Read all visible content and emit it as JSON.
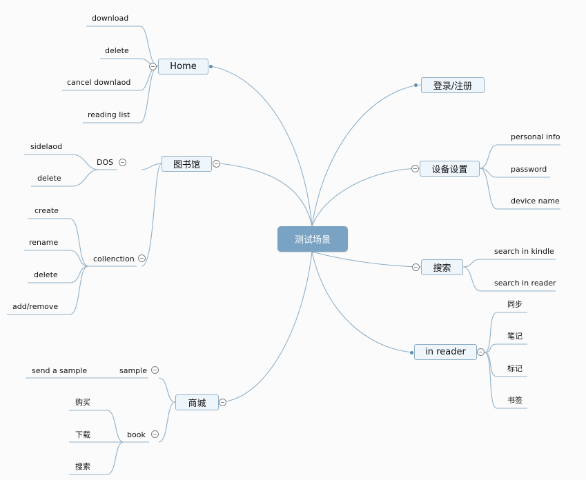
{
  "center": {
    "label": "测试场景"
  },
  "home": {
    "label": "Home",
    "children": [
      "download",
      "delete",
      "cancel downlaod",
      "reading list"
    ]
  },
  "library": {
    "label": "图书馆",
    "dos": {
      "label": "DOS",
      "children": [
        "sidelaod",
        "delete"
      ]
    },
    "collection": {
      "label": "collenction",
      "children": [
        "create",
        "rename",
        "delete",
        "add/remove"
      ]
    }
  },
  "store": {
    "label": "商城",
    "sample": {
      "label": "sample",
      "children": [
        "send a sample"
      ]
    },
    "book": {
      "label": "book",
      "children": [
        "购买",
        "下载",
        "搜索"
      ]
    }
  },
  "login": {
    "label": "登录/注册"
  },
  "device_settings": {
    "label": "设备设置",
    "children": [
      "personal info",
      "password",
      "device name"
    ]
  },
  "search": {
    "label": "搜索",
    "children": [
      "search in kindle",
      "search in reader"
    ]
  },
  "in_reader": {
    "label": "in reader",
    "children": [
      "同步",
      "笔记",
      "标记",
      "书签"
    ]
  },
  "colors": {
    "line": "#8fb0c9",
    "center_fill": "#7aa2c2",
    "node_fill": "#eef5fb",
    "background": "#fbfbfb"
  }
}
